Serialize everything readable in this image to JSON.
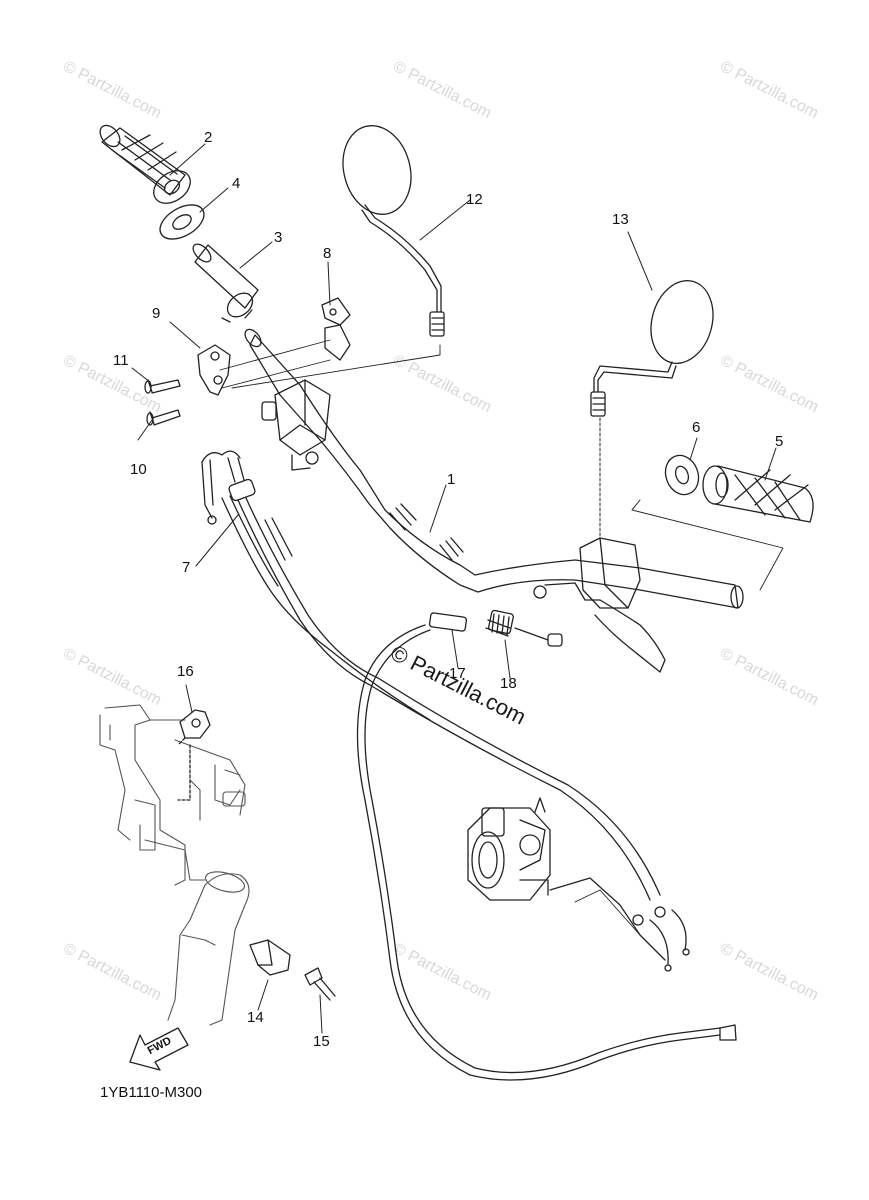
{
  "watermark": {
    "text": "© Partzilla.com"
  },
  "callouts": [
    "1",
    "2",
    "3",
    "4",
    "5",
    "6",
    "7",
    "8",
    "9",
    "10",
    "11",
    "12",
    "13",
    "14",
    "15",
    "16",
    "17",
    "18"
  ],
  "fwd_label": "FWD",
  "diagram_code": "1YB1110-M300",
  "colors": {
    "line": "#222222",
    "watermark": "#d8d8d8",
    "background": "#ffffff"
  }
}
